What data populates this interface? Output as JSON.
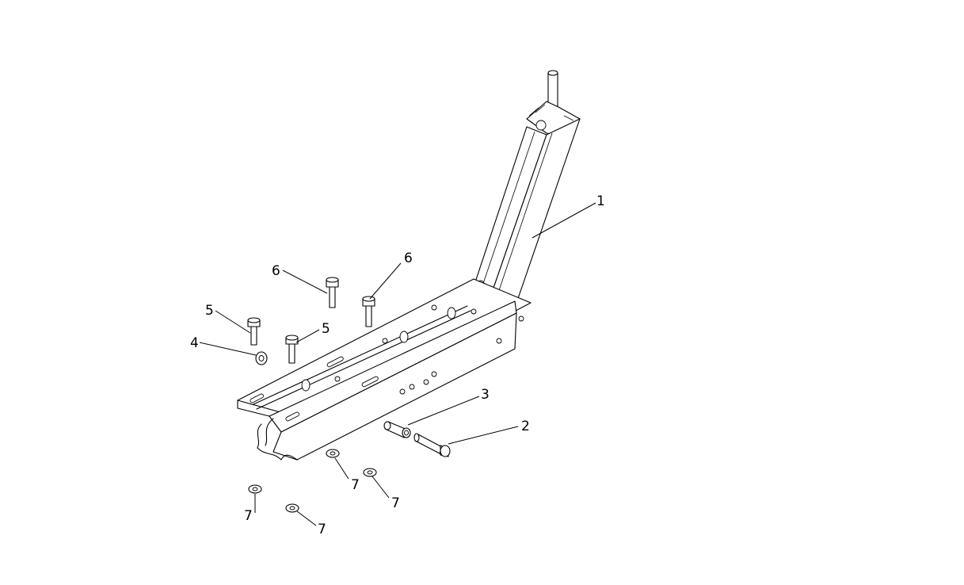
{
  "callouts": [
    {
      "id": "c1",
      "label": "1"
    },
    {
      "id": "c2",
      "label": "2"
    },
    {
      "id": "c3",
      "label": "3"
    },
    {
      "id": "c4",
      "label": "4"
    },
    {
      "id": "c5a",
      "label": "5"
    },
    {
      "id": "c5b",
      "label": "5"
    },
    {
      "id": "c6a",
      "label": "6"
    },
    {
      "id": "c6b",
      "label": "6"
    },
    {
      "id": "c7a",
      "label": "7"
    },
    {
      "id": "c7b",
      "label": "7"
    },
    {
      "id": "c7c",
      "label": "7"
    },
    {
      "id": "c7d",
      "label": "7"
    }
  ]
}
